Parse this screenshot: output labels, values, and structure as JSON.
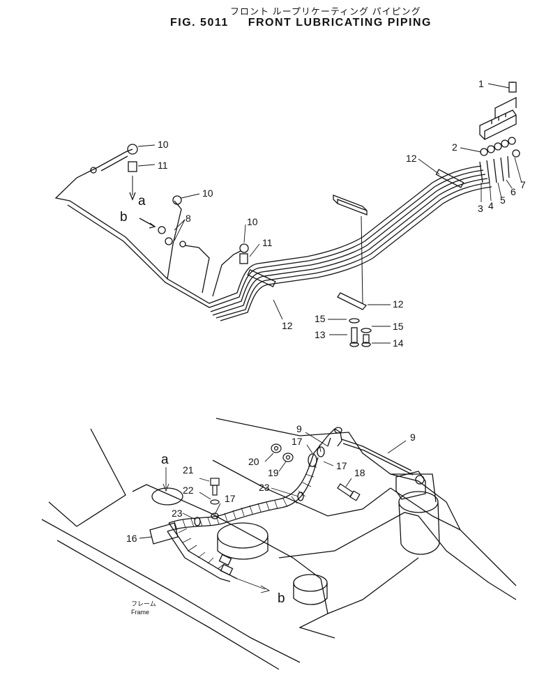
{
  "header": {
    "title_jp": "フロント ループリケーティング パイピング",
    "fig_number": "FIG. 5011",
    "title_en": "FRONT LUBRICATING PIPING"
  },
  "diagram": {
    "part_labels": [
      "1",
      "2",
      "3",
      "4",
      "5",
      "6",
      "7",
      "8",
      "9",
      "10",
      "11",
      "12",
      "13",
      "14",
      "15",
      "16",
      "17",
      "18",
      "19",
      "20",
      "21",
      "22",
      "23"
    ],
    "reference_markers": [
      "a",
      "b"
    ],
    "frame_label_jp": "フレーム",
    "frame_label_en": "Frame"
  }
}
